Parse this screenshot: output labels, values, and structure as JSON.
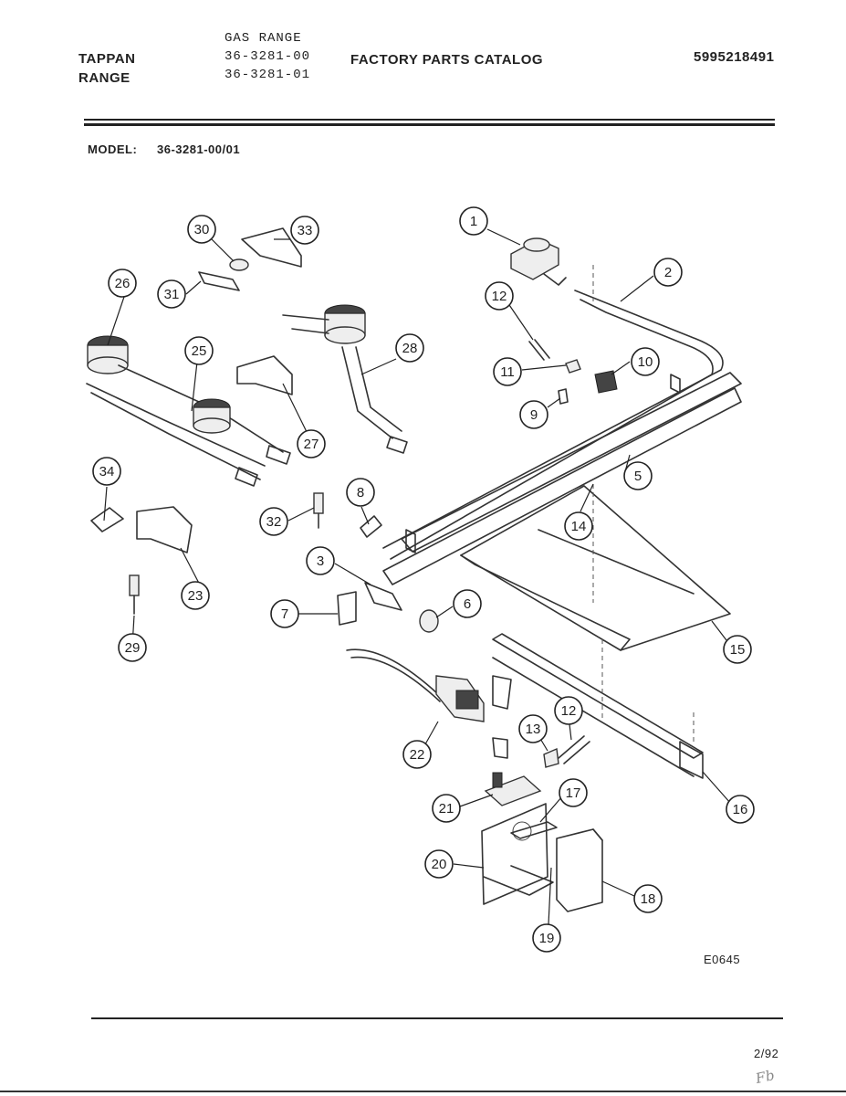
{
  "header": {
    "brand_line1": "TAPPAN",
    "brand_line2": "RANGE",
    "product_type": "GAS RANGE",
    "model_line1": "36-3281-00",
    "model_line2": "36-3281-01",
    "catalog_title": "FACTORY PARTS CATALOG",
    "catalog_number": "5995218491"
  },
  "model": {
    "label": "MODEL:",
    "value": "36-3281-00/01"
  },
  "diagram": {
    "figure_code": "E0645",
    "callouts": [
      "1",
      "2",
      "3",
      "5",
      "6",
      "7",
      "8",
      "9",
      "10",
      "11",
      "12",
      "12",
      "13",
      "14",
      "15",
      "16",
      "17",
      "18",
      "19",
      "20",
      "21",
      "22",
      "23",
      "25",
      "26",
      "27",
      "28",
      "29",
      "30",
      "31",
      "32",
      "33",
      "34"
    ]
  },
  "footer": {
    "date": "2/92",
    "handwritten_mark": "Fb"
  }
}
